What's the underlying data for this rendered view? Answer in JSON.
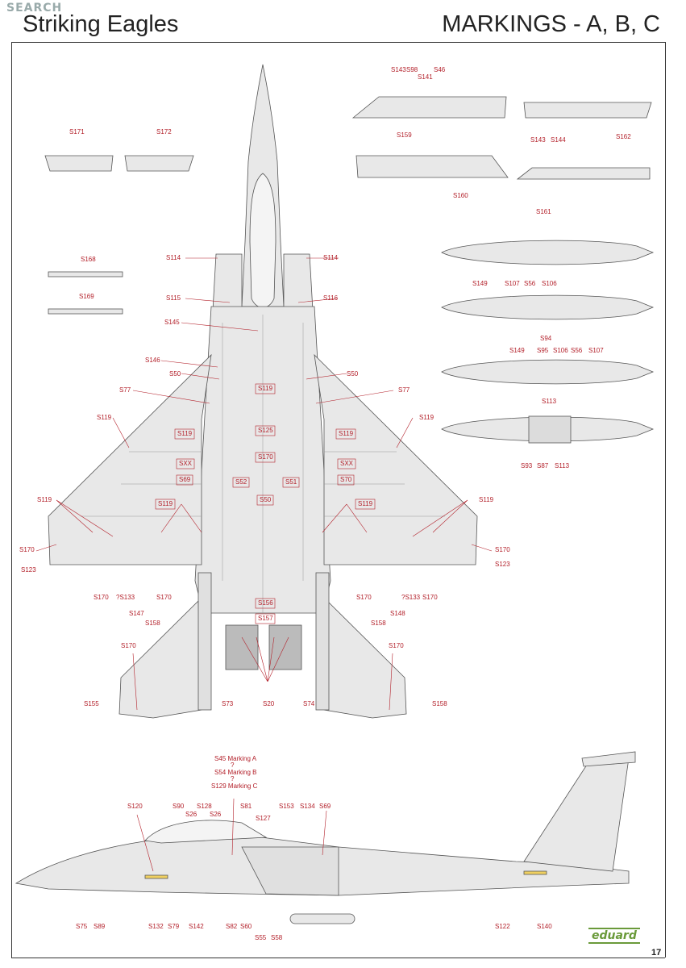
{
  "header": {
    "watermark": "SEARCH",
    "title_left": "Striking Eagles",
    "title_right": "MARKINGS - A, B, C"
  },
  "footer": {
    "brand": "eduard",
    "page_number": "17"
  },
  "colors": {
    "label": "#b3202a",
    "airframe": "#e6e6e6",
    "line": "#555555"
  },
  "notes": {
    "marking_a": "S45 Marking A",
    "q1": "?",
    "marking_b": "S54 Marking B",
    "q2": "?",
    "marking_c": "S129 Marking C"
  },
  "labels": {
    "l_s143a": "S143",
    "l_s98": "S98",
    "l_s141": "S141",
    "l_s46": "S46",
    "l_s159": "S159",
    "l_s162": "S162",
    "l_s171": "S171",
    "l_s172": "S172",
    "l_s143b": "S143",
    "l_s144": "S144",
    "l_s160": "S160",
    "l_s161": "S161",
    "l_s168": "S168",
    "l_s169": "S169",
    "l_s114a": "S114",
    "l_s114b": "S114",
    "l_s115": "S115",
    "l_s116": "S116",
    "l_s145": "S145",
    "l_s146": "S146",
    "l_s50a": "S50",
    "l_s50b": "S50",
    "l_s77a": "S77",
    "l_s77b": "S77",
    "l_s119a": "S119",
    "l_s119b": "S119",
    "l_s119c": "S119",
    "l_s119d": "S119",
    "l_s119e": "S119",
    "l_s119f": "S119",
    "l_s119g": "S119",
    "l_s119h": "S119",
    "l_s119i": "S119",
    "l_s125": "S125",
    "l_s170a": "S170",
    "l_sxxa": "SXX",
    "l_sxxb": "SXX",
    "l_s69": "S69",
    "l_s52": "S52",
    "l_s51": "S51",
    "l_s70": "S70",
    "l_s50c": "S50",
    "l_s170b": "S170",
    "l_s170c": "S170",
    "l_s123a": "S123",
    "l_s123b": "S123",
    "l_s170d": "S170",
    "l_s133a": "?S133",
    "l_s170e": "S170",
    "l_s170f": "S170",
    "l_s133b": "?S133",
    "l_s170g": "S170",
    "l_s156": "S156",
    "l_s157": "S157",
    "l_s147": "S147",
    "l_s148": "S148",
    "l_s158a": "S158",
    "l_s158b": "S158",
    "l_s170h": "S170",
    "l_s170i": "S170",
    "l_s155": "S155",
    "l_s73": "S73",
    "l_s20": "S20",
    "l_s74": "S74",
    "l_s158c": "S158",
    "l_s149a": "S149",
    "l_s107a": "S107",
    "l_s56a": "S56",
    "l_s106a": "S106",
    "l_s94": "S94",
    "l_s149b": "S149",
    "l_s95": "S95",
    "l_s106b": "S106",
    "l_s56b": "S56",
    "l_s107b": "S107",
    "l_s113a": "S113",
    "l_s93": "S93",
    "l_s87": "S87",
    "l_s113b": "S113",
    "l_s120": "S120",
    "l_s90": "S90",
    "l_s128": "S128",
    "l_s26a": "S26",
    "l_s26b": "S26",
    "l_s81": "S81",
    "l_s127": "S127",
    "l_s153": "S153",
    "l_s134": "S134",
    "l_s69b": "S69",
    "l_s75": "S75",
    "l_s89": "S89",
    "l_s132": "S132",
    "l_s79": "S79",
    "l_s142": "S142",
    "l_s82": "S82",
    "l_s60": "S60",
    "l_s55": "S55",
    "l_s58": "S58",
    "l_s122": "S122",
    "l_s140": "S140"
  }
}
